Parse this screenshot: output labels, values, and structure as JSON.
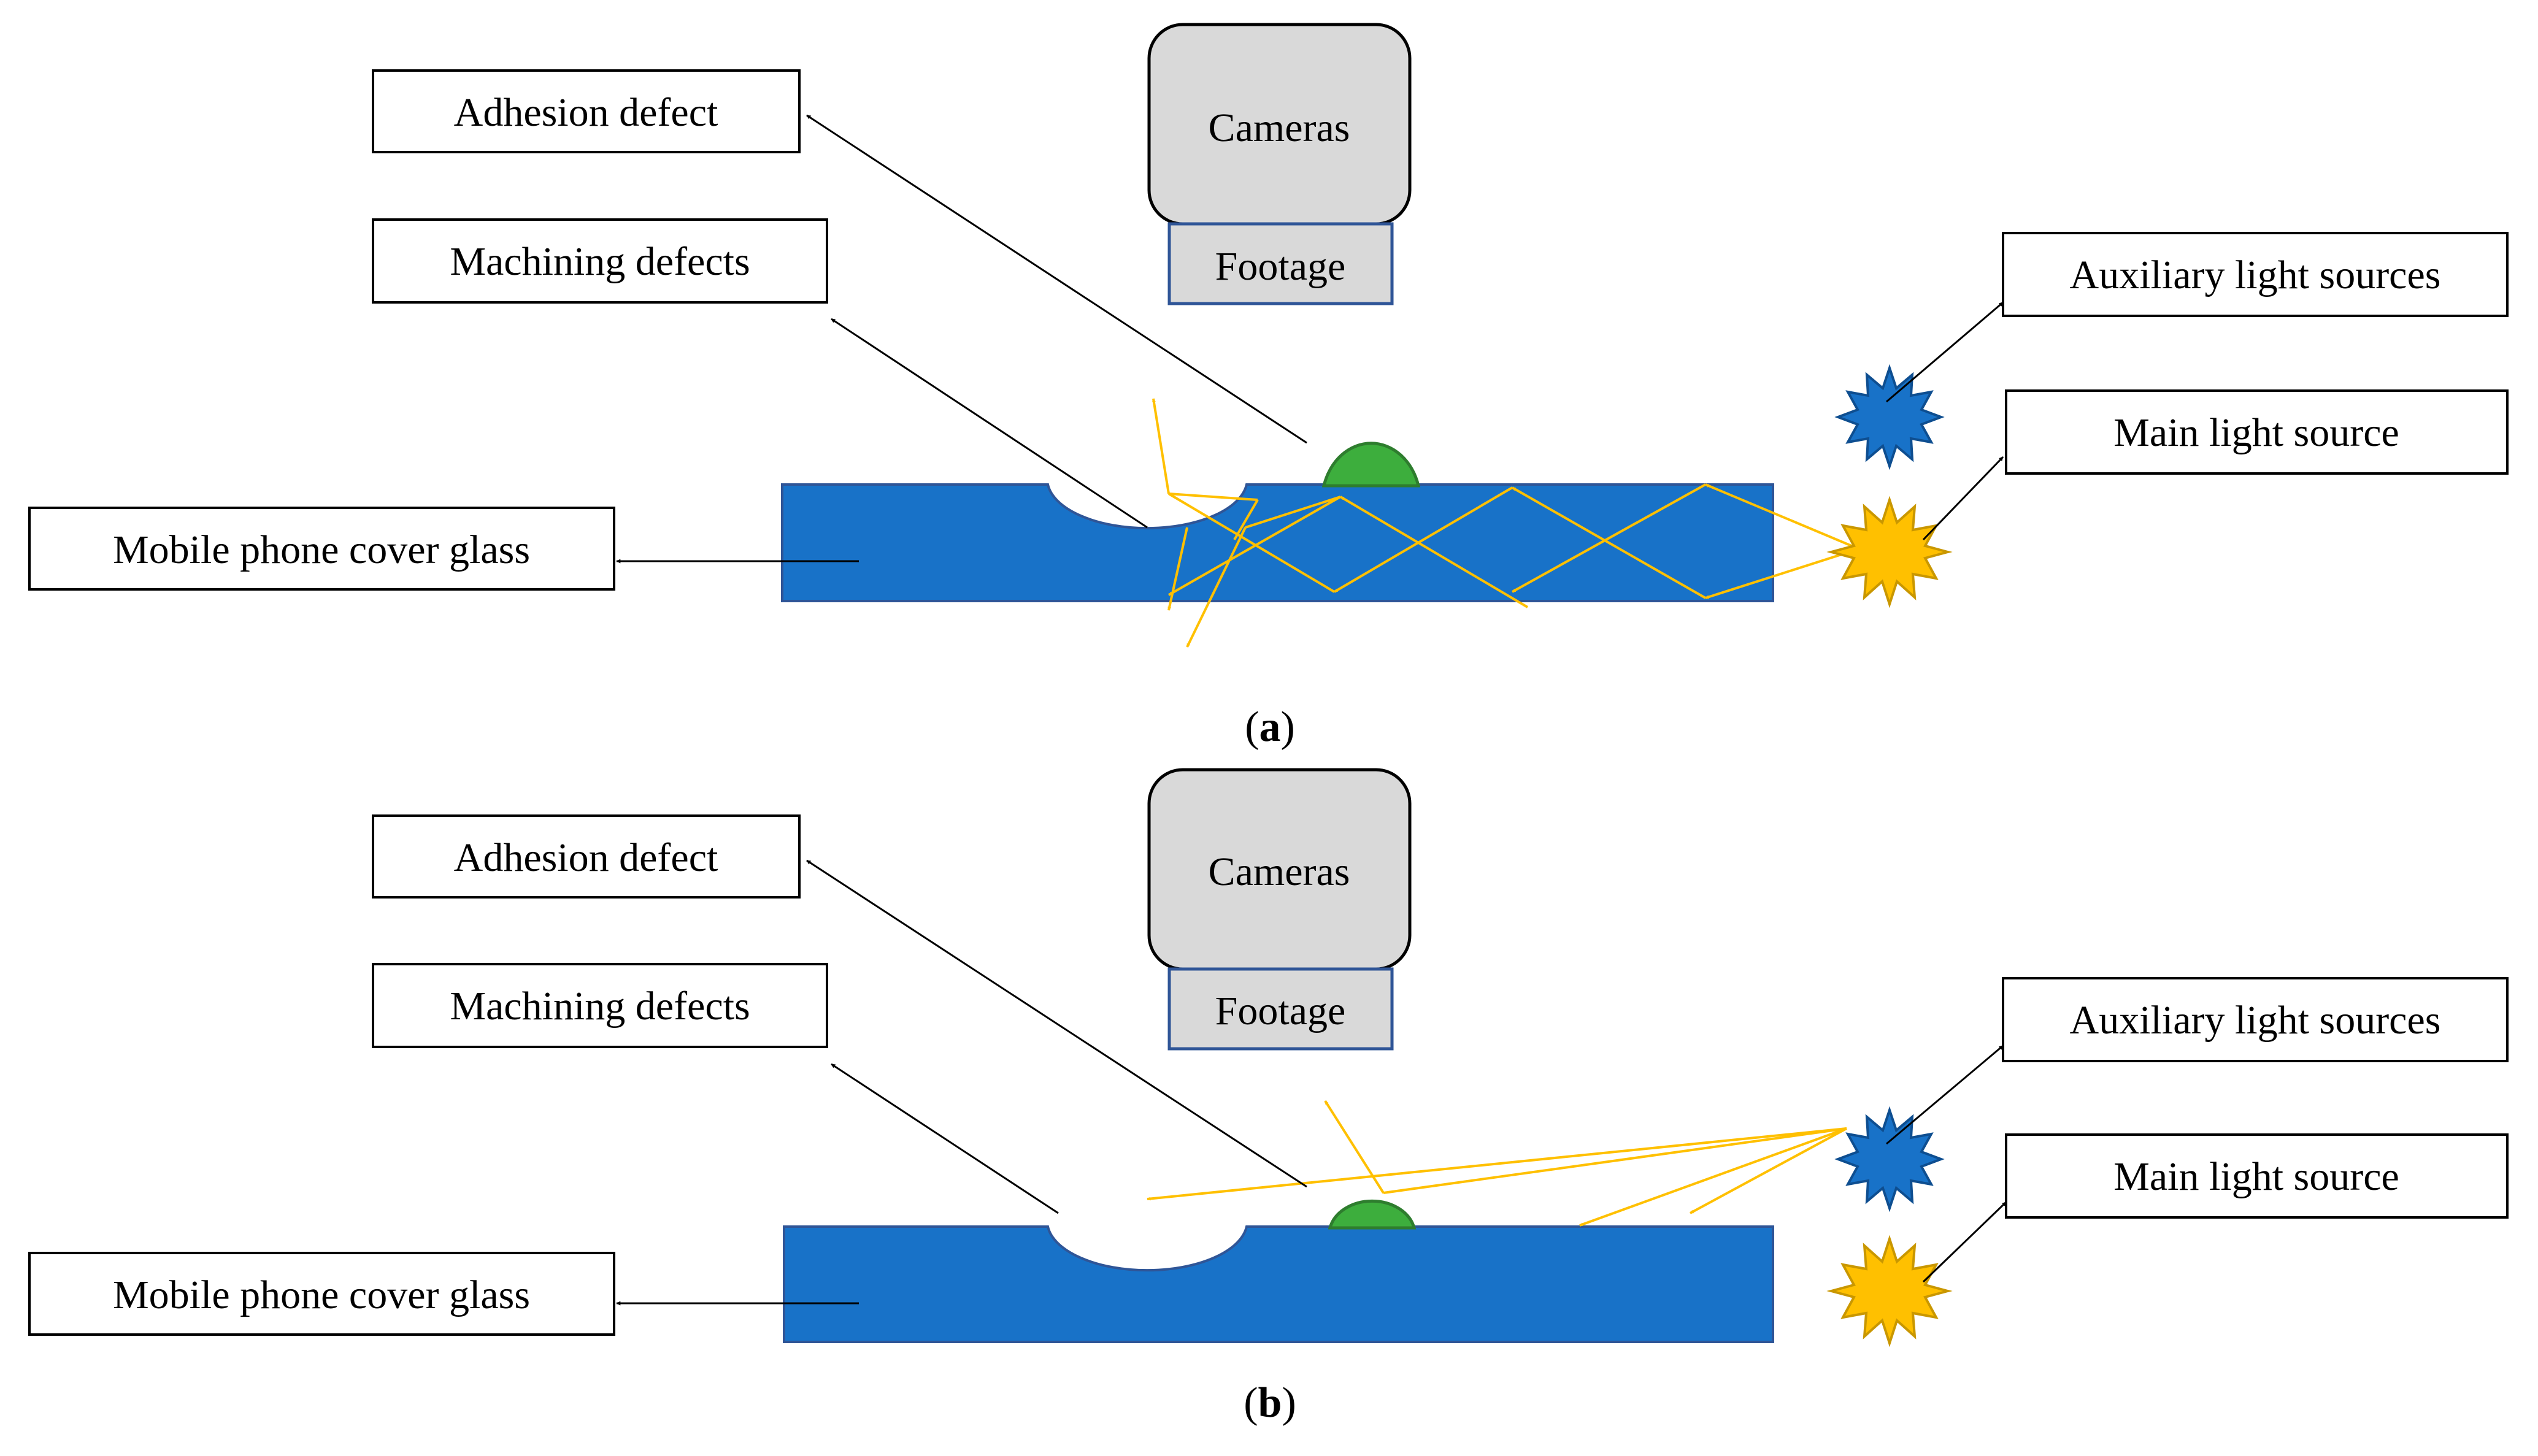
{
  "colors": {
    "glass": "#1872C8",
    "glass_edge": "#2F5597",
    "adhesion_fill": "#3DAE3D",
    "adhesion_edge": "#2E7D2E",
    "main_light": "#FFC000",
    "main_light_edge": "#C99700",
    "aux_light": "#1872C8",
    "aux_light_edge": "#0E4E90",
    "light_ray": "#FFC000",
    "camera_fill": "#D9D9D9",
    "leader_line": "#000000"
  },
  "icons": {
    "camera": "camera-body-shape",
    "lens": "lens-box-shape",
    "main_light": "sun-star-icon",
    "aux_light": "sun-star-icon"
  },
  "panels": [
    {
      "caption_letter": "a",
      "camera_label": "Cameras",
      "lens_label": "Footage",
      "labels": {
        "adhesion": "Adhesion defect",
        "machining": "Machining defects",
        "glass": "Mobile phone cover glass",
        "aux_light": "Auxiliary light sources",
        "main_light": "Main light source"
      },
      "mode": "main light source on, auxiliary light sources off"
    },
    {
      "caption_letter": "b",
      "camera_label": "Cameras",
      "lens_label": "Footage",
      "labels": {
        "adhesion": "Adhesion defect",
        "machining": "Machining defects",
        "glass": "Mobile phone cover glass",
        "aux_light": "Auxiliary light sources",
        "main_light": "Main light source"
      },
      "mode": "auxiliary light sources on, main light source off"
    }
  ]
}
